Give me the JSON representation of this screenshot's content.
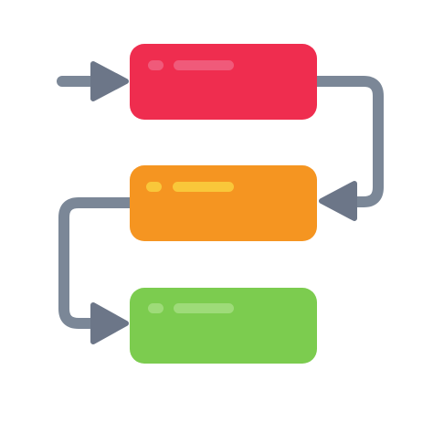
{
  "colors": {
    "connector": "#7b8797",
    "arrowhead": "#6c7688",
    "background": "#ffffff"
  },
  "steps": [
    {
      "id": "step-1",
      "fill": "#ef2d4f",
      "dot": "#f05a7a",
      "bar": "#f05a7a"
    },
    {
      "id": "step-2",
      "fill": "#f59521",
      "dot": "#f9c73a",
      "bar": "#f9c73a"
    },
    {
      "id": "step-3",
      "fill": "#7ccc4f",
      "dot": "#9edb79",
      "bar": "#9edb79"
    }
  ],
  "icon": "process-flow-icon"
}
